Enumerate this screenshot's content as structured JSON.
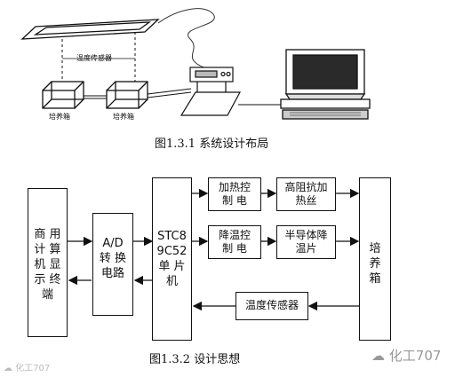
{
  "top_figure": {
    "caption": "图1.3.1 系统设计布局",
    "sensor_label": "温度传感器",
    "box1_label": "培养箱",
    "box2_label": "培养箱"
  },
  "bottom_figure": {
    "caption": "图1.3.2  设计思想",
    "commercial_display": "商 用\n计 算\n机 显\n示 终\n端",
    "ad_converter": "A/D\n转 换\n电路",
    "mcu": "STC8\n9C52\n单 片\n机",
    "heat_control": "加热控\n制 电",
    "heater": "高阻抗加\n热丝",
    "cool_control": "降温控\n制 电",
    "peltier": "半导体降\n温片",
    "incubator": "培\n养\n箱",
    "temp_sensor": "温度传感器"
  },
  "watermark_left": "化工707",
  "watermark_right": "化工707"
}
